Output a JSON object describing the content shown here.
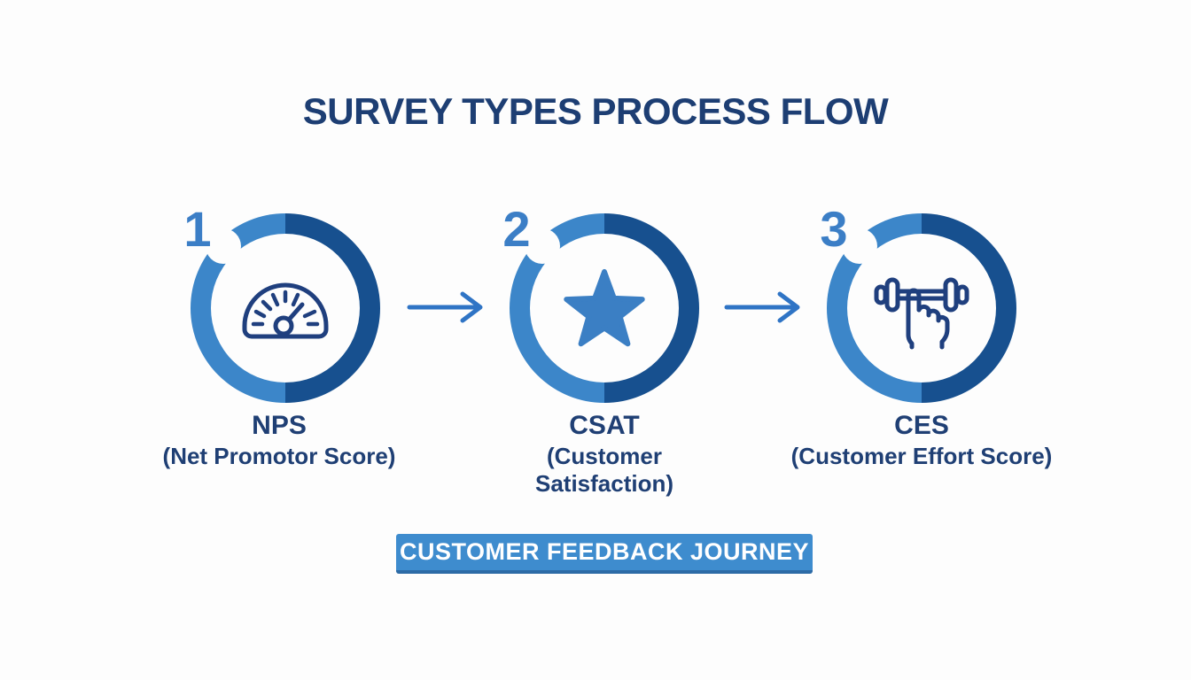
{
  "title": "SURVEY TYPES PROCESS FLOW",
  "steps": [
    {
      "number": "1",
      "icon": "gauge-icon",
      "label": "NPS",
      "sublabel": "(Net Promotor Score)"
    },
    {
      "number": "2",
      "icon": "star-icon",
      "label": "CSAT",
      "sublabel": "(Customer Satisfaction)"
    },
    {
      "number": "3",
      "icon": "effort-dumbbell-icon",
      "label": "CES",
      "sublabel": "(Customer Effort Score)"
    }
  ],
  "banner": {
    "label": "CUSTOMER FEEDBACK JOURNEY"
  },
  "colors": {
    "background": "#fdfdfd",
    "title_text": "#1d3e73",
    "label_text": "#1f3f74",
    "ring_light_half": "#3c86c9",
    "ring_dark_half": "#17508f",
    "step_number": "#3b7ec6",
    "icon_stroke": "#1f3f7e",
    "star_fill": "#3b7fc4",
    "arrow": "#2f74c5",
    "banner_background": "#3e8cce",
    "banner_border": "#2d6ba6",
    "banner_text": "#ffffff"
  }
}
